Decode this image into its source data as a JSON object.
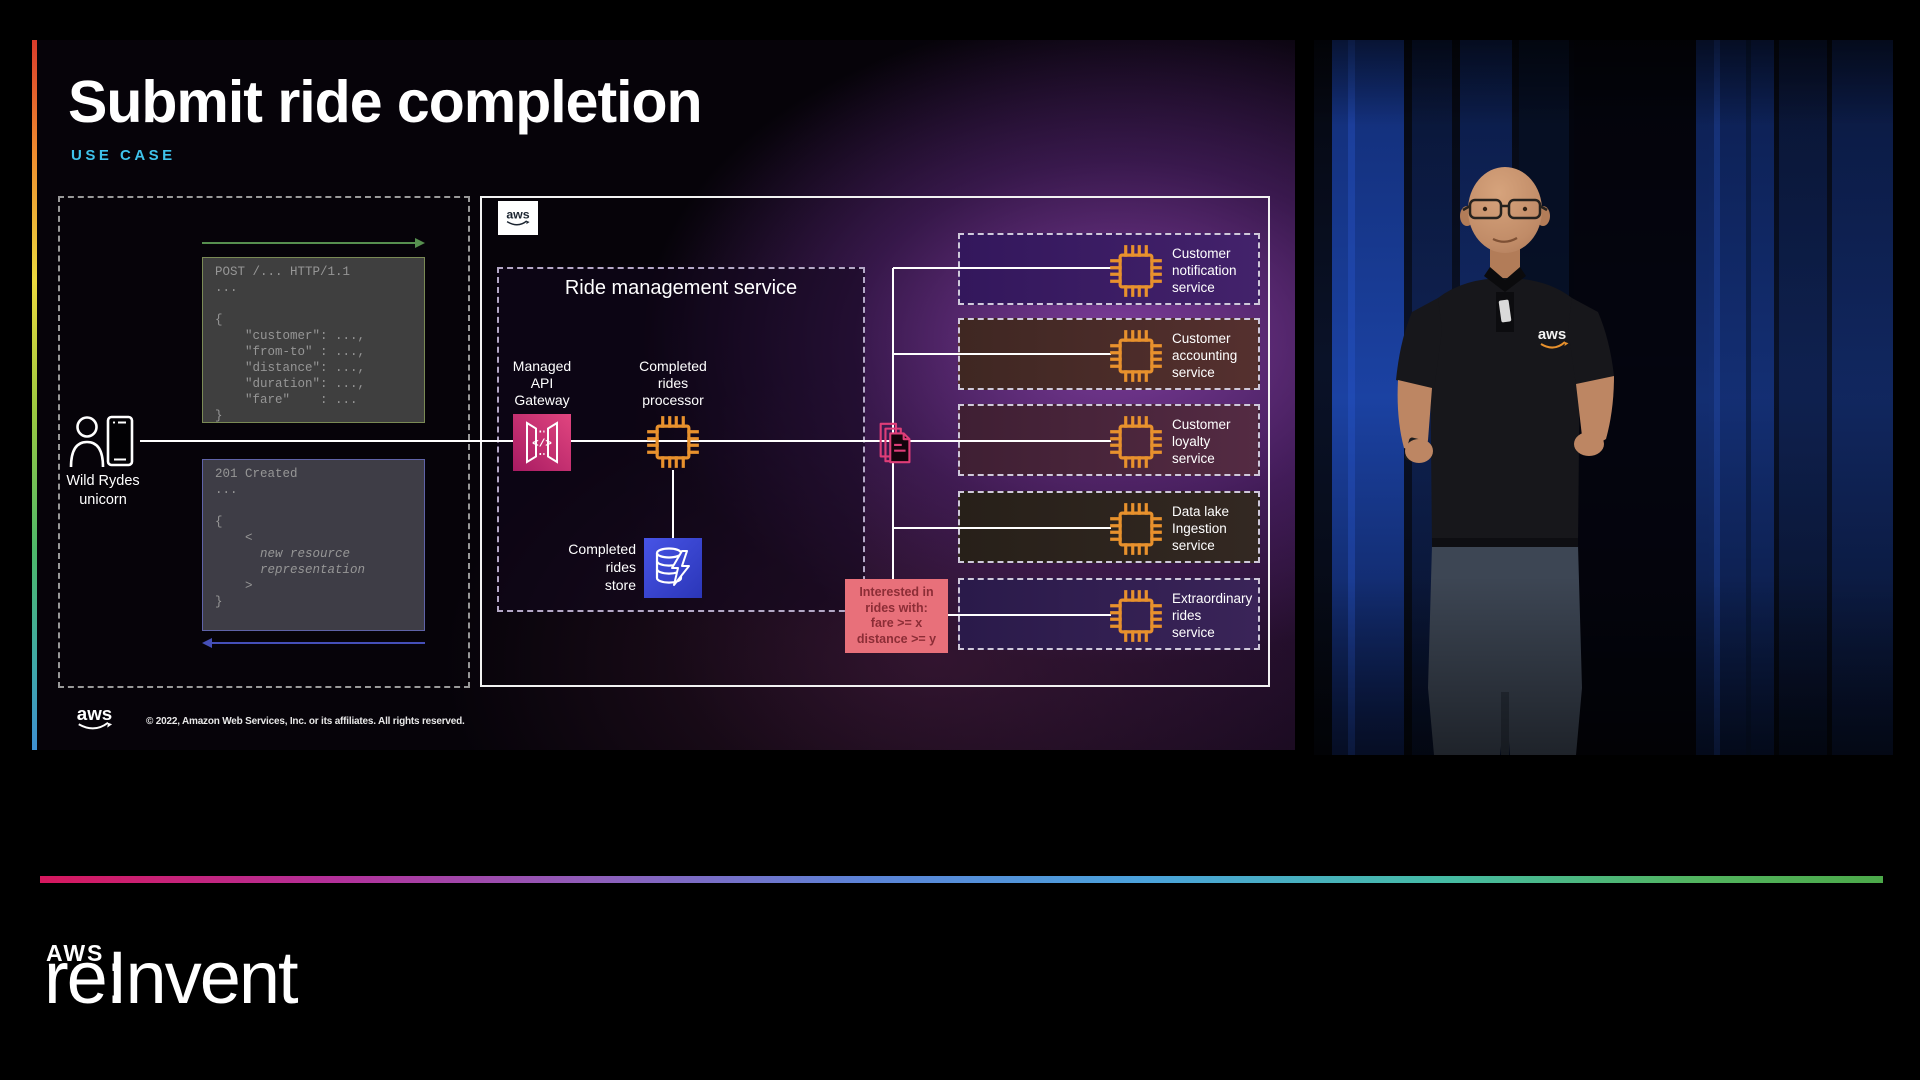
{
  "slide": {
    "title": "Submit ride completion",
    "kicker": "USE CASE",
    "client_label": [
      "Wild Rydes",
      "unicorn"
    ],
    "request_code": [
      "POST /... HTTP/1.1",
      "...",
      "",
      "{",
      "    \"customer\": ...,",
      "    \"from-to\" : ...,",
      "    \"distance\": ...,",
      "    \"duration\": ...,",
      "    \"fare\"    : ...",
      "}"
    ],
    "response_code": [
      "201 Created",
      "...",
      "",
      "{",
      "    <",
      "      new resource",
      "      representation",
      "    >",
      "}"
    ],
    "cloud_badge": "aws",
    "ride_service": {
      "title": "Ride management service",
      "gateway_label": [
        "Managed",
        "API",
        "Gateway"
      ],
      "processor_label": [
        "Completed",
        "rides",
        "processor"
      ],
      "store_label": [
        "Completed",
        "rides",
        "store"
      ]
    },
    "services": [
      {
        "lines": [
          "Customer",
          "notification",
          "service"
        ]
      },
      {
        "lines": [
          "Customer",
          "accounting",
          "service"
        ]
      },
      {
        "lines": [
          "Customer",
          "loyalty",
          "service"
        ]
      },
      {
        "lines": [
          "Data lake",
          "Ingestion",
          "service"
        ]
      },
      {
        "lines": [
          "Extraordinary",
          "rides",
          "service"
        ]
      }
    ],
    "filter_note": [
      "Interested in",
      "rides with:",
      "fare >= x",
      "distance >= y"
    ],
    "footer": {
      "aws_wordmark": "aws",
      "copyright": "© 2022, Amazon Web Services, Inc. or its affiliates. All rights reserved."
    }
  },
  "branding": {
    "reinvent_aws": "AWS",
    "reinvent_re": "re:",
    "reinvent_invent": "Invent",
    "presenter_shirt_logo": "aws"
  },
  "colors": {
    "kicker_accent": "#3FC3EC",
    "chip_icon": "#E8912D",
    "api_gateway_icon": "#CE2B77",
    "store_icon": "#3642D6",
    "queue_icon": "#DE3D78",
    "filter_note_bg": "#E8707A",
    "filter_note_text": "#8C2D36",
    "request_arrow": "#568F4F",
    "response_arrow": "#454FB8",
    "gradient_bar": [
      "#D6185E",
      "#9A5BB0",
      "#5585D6",
      "#4FA8DC",
      "#45BDA8",
      "#4FAE4E"
    ]
  }
}
